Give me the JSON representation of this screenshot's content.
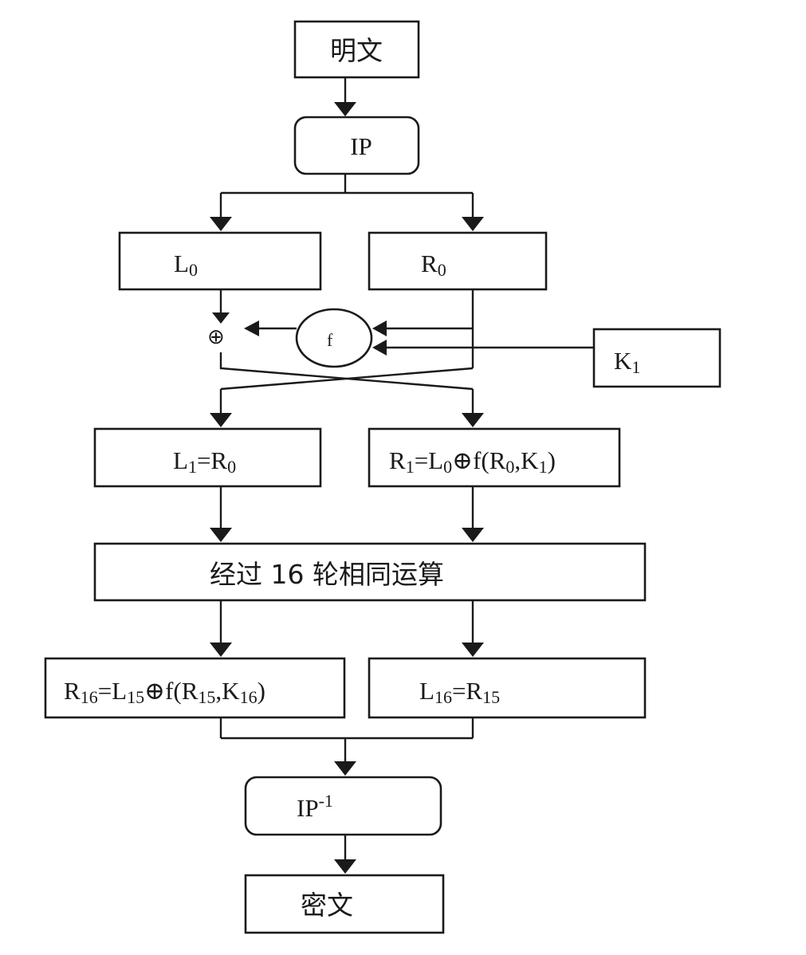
{
  "plaintext": "明文",
  "ip": "IP",
  "l0": {
    "base": "L",
    "sub": "0"
  },
  "r0": {
    "base": "R",
    "sub": "0"
  },
  "xor_symbol": "⊕",
  "f_label": "f",
  "k1": {
    "base": "K",
    "sub": "1"
  },
  "l1": {
    "p1": "L",
    "s1": "1",
    "p2": "=R",
    "s2": "0"
  },
  "r1": {
    "p1": "R",
    "s1": "1",
    "p2": "=L",
    "s2": "0",
    "p3": "⊕f(R",
    "s3": "0",
    "p4": ",K",
    "s4": "1",
    "p5": ")"
  },
  "rounds": "经过 16 轮相同运算",
  "r16": {
    "p1": "R",
    "s1": "16",
    "p2": "=L",
    "s2": "15",
    "p3": "⊕f(R",
    "s3": "15",
    "p4": ",K",
    "s4": "16",
    "p5": ")"
  },
  "l16": {
    "p1": "L",
    "s1": "16",
    "p2": "=R",
    "s2": "15"
  },
  "ip_inverse": {
    "base": "IP",
    "sup": "-1"
  },
  "ciphertext": "密文"
}
